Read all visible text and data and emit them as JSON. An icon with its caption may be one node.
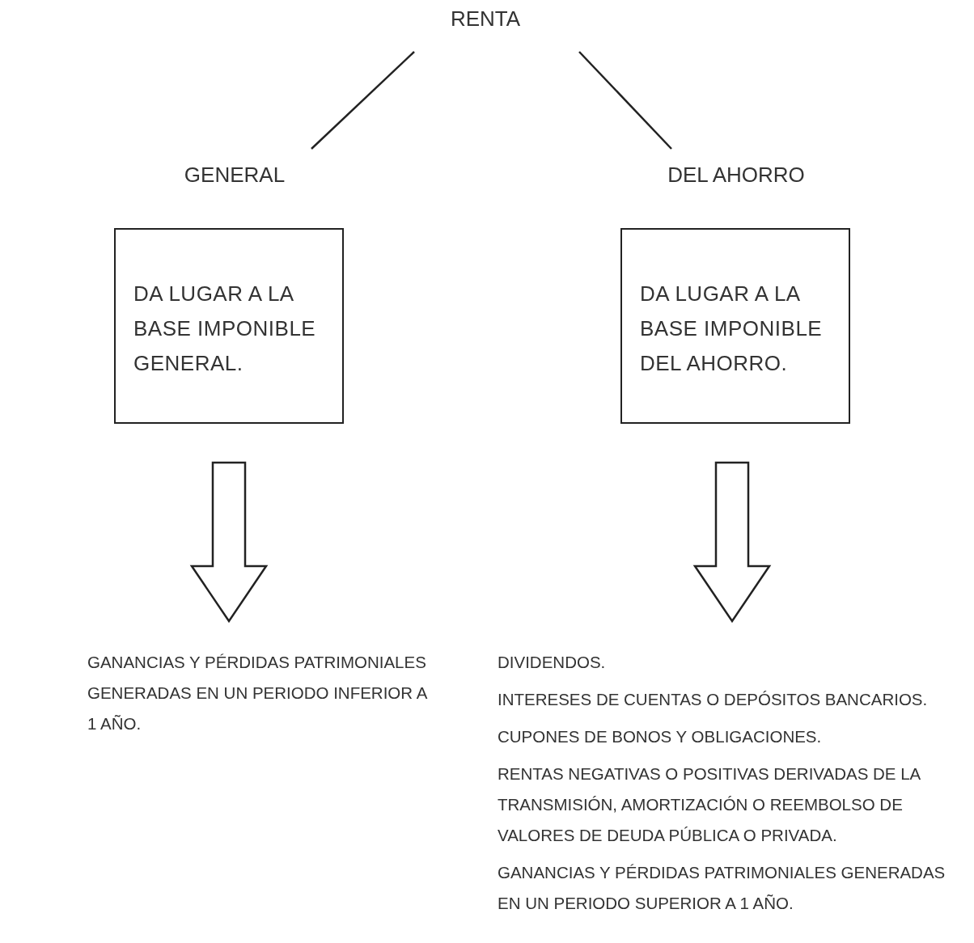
{
  "diagram": {
    "nodes": [
      {
        "text": [
          "RENTA"
        ]
      },
      {
        "text": [
          "GENERAL"
        ]
      },
      {
        "text": [
          "DEL AHORRO"
        ]
      },
      {
        "text": [
          "DA LUGAR A LA BASE IMPONIBLE GENERAL."
        ]
      },
      {
        "text": [
          "DA LUGAR A LA BASE IMPONIBLE DEL AHORRO."
        ]
      },
      {
        "text": [
          "GANANCIAS Y PÉRDIDAS PATRIMONIALES GENERADAS EN UN PERIODO INFERIOR A 1 AÑO."
        ]
      },
      {
        "text": [
          "DIVIDENDOS.",
          "INTERESES DE CUENTAS O DEPÓSITOS BANCARIOS.",
          "CUPONES DE BONOS Y OBLIGACIONES.",
          "RENTAS NEGATIVAS O POSITIVAS DERIVADAS DE LA TRANSMISIÓN, AMORTIZACIÓN O REEMBOLSO DE VALORES DE DEUDA PÚBLICA O PRIVADA.",
          "GANANCIAS Y PÉRDIDAS PATRIMONIALES GENERADAS EN UN PERIODO SUPERIOR A 1 AÑO."
        ]
      }
    ],
    "edges": [
      {
        "from": 0,
        "to": 1,
        "arrow": "none"
      },
      {
        "from": 0,
        "to": 2,
        "arrow": "none"
      },
      {
        "from": 3,
        "to": 5,
        "arrow": "to"
      },
      {
        "from": 4,
        "to": 6,
        "arrow": "to"
      }
    ]
  }
}
